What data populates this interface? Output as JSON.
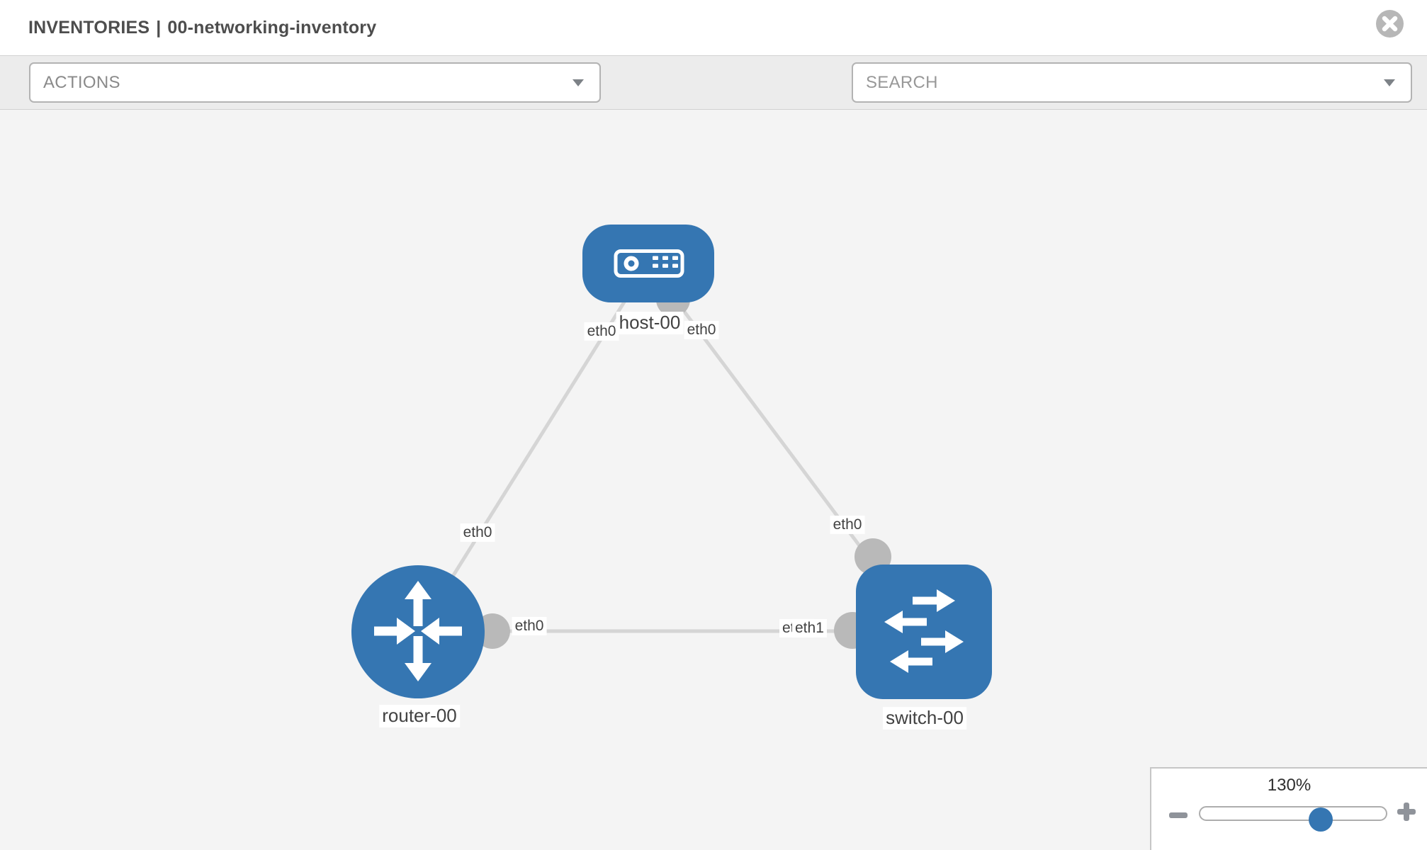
{
  "header": {
    "section": "INVENTORIES",
    "separator": "|",
    "inventory_name": "00-networking-inventory"
  },
  "toolbar": {
    "actions_label": "ACTIONS",
    "search_placeholder": "SEARCH",
    "icons": [
      "wrench-icon",
      "key-icon",
      "chevron-down-icon"
    ]
  },
  "canvas": {
    "nodes": [
      {
        "id": "host-00",
        "type": "host"
      },
      {
        "id": "router-00",
        "type": "router"
      },
      {
        "id": "switch-00",
        "type": "switch"
      }
    ],
    "links": [
      {
        "from": "host-00",
        "from_interface": "eth0",
        "to": "router-00",
        "to_interface": "eth0"
      },
      {
        "from": "host-00",
        "from_interface": "eth0",
        "to": "switch-00",
        "to_interface": "eth0"
      },
      {
        "from": "router-00",
        "from_interface": "eth0",
        "to": "switch-00",
        "to_interface": "eth1"
      }
    ],
    "interface_labels": [
      "eth0",
      "eth0",
      "eth0",
      "eth0",
      "eth0",
      "eth0",
      "eth1"
    ],
    "colors": {
      "node": "#3576b2",
      "link": "#d5d5d5",
      "connector": "#b9b9b9",
      "background": "#f4f4f4"
    }
  },
  "zoom_control": {
    "level": "130%",
    "percent": 130
  }
}
